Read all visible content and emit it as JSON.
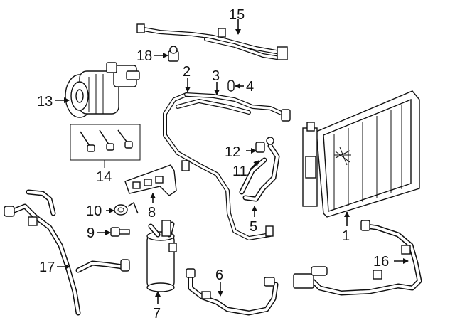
{
  "callouts": {
    "c1": "1",
    "c2": "2",
    "c3": "3",
    "c4": "4",
    "c5": "5",
    "c6": "6",
    "c7": "7",
    "c8": "8",
    "c9": "9",
    "c10": "10",
    "c11": "11",
    "c12": "12",
    "c13": "13",
    "c14": "14",
    "c15": "15",
    "c16": "16",
    "c17": "17",
    "c18": "18"
  },
  "icons": {
    "arrow": "arrow-icon",
    "parts": [
      "condenser",
      "compressor",
      "receiver-drier",
      "bolt-set",
      "hose",
      "bracket",
      "o-ring",
      "switch"
    ]
  }
}
